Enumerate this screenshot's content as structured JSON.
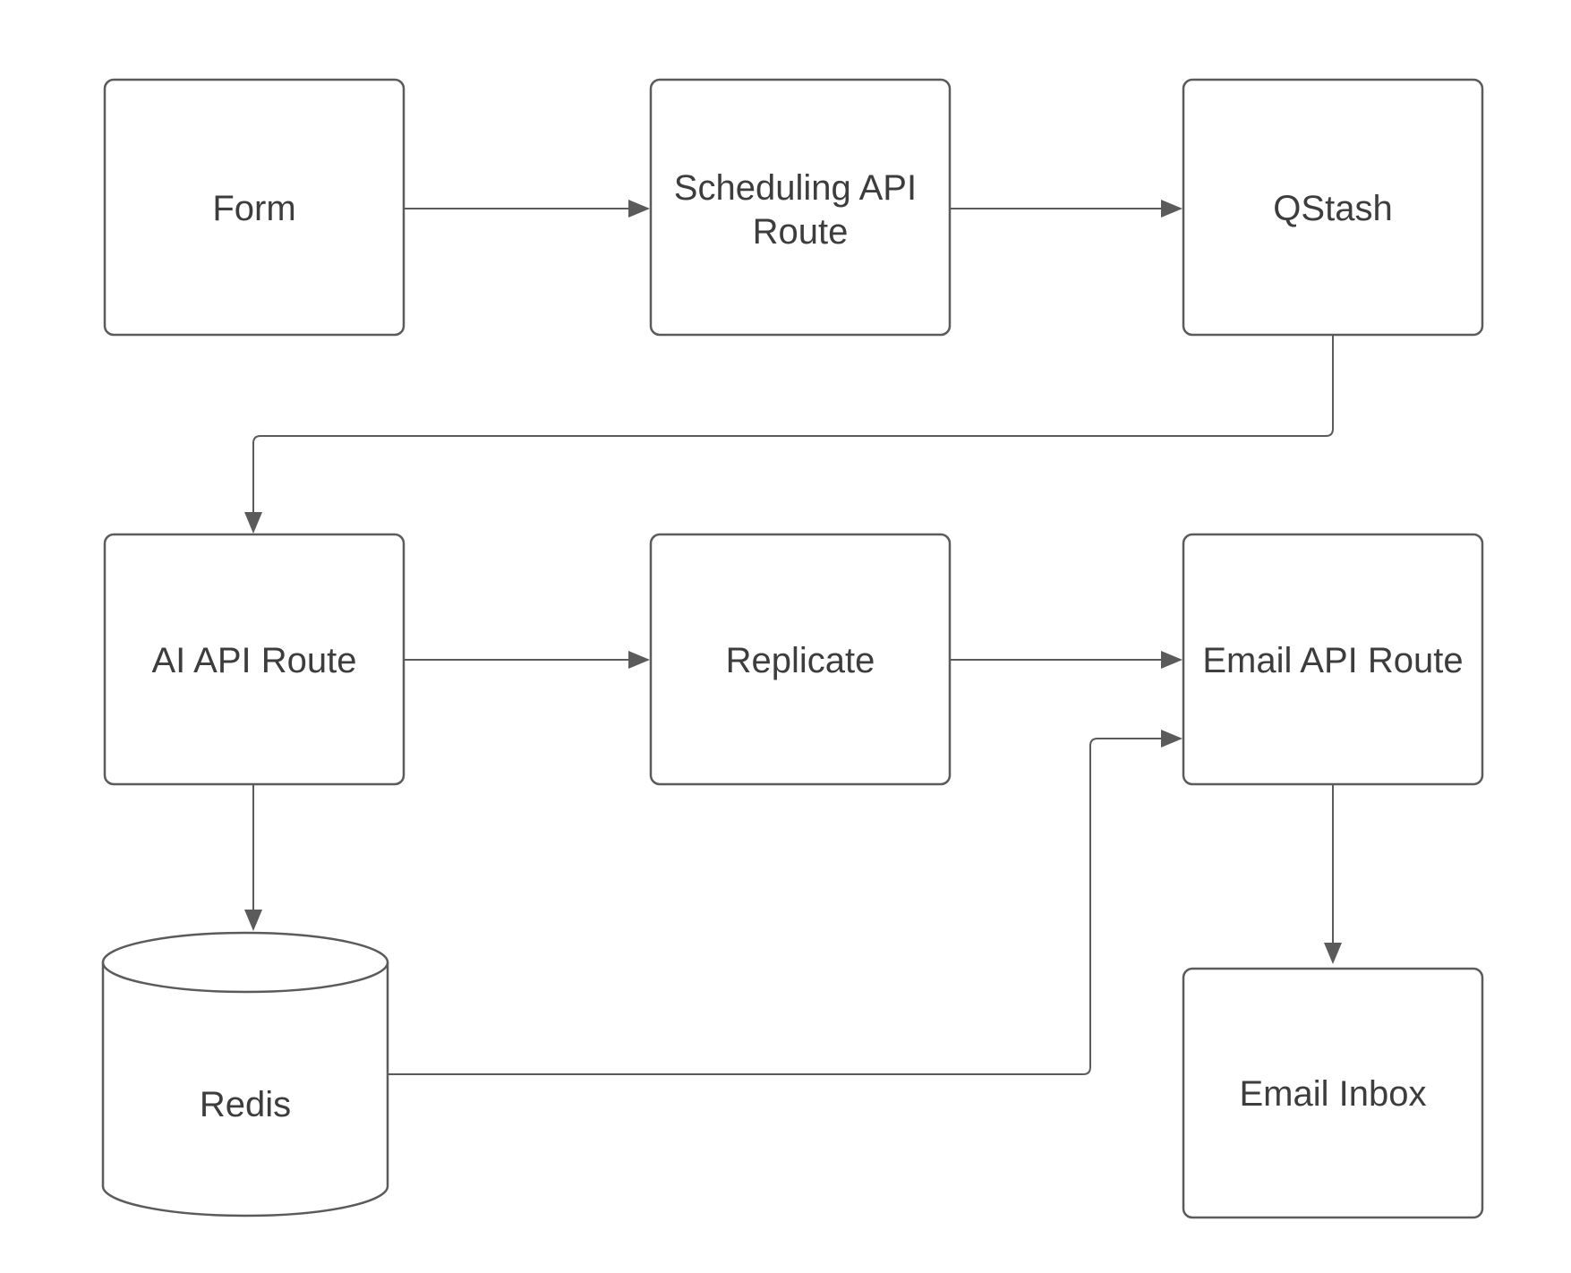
{
  "diagram": {
    "type": "flowchart",
    "colors": {
      "background": "#ffffff",
      "shape_fill": "#ffffff",
      "shape_stroke": "#5b5b5b",
      "connector": "#5b5b5b",
      "text": "#3d3d3d"
    },
    "nodes": {
      "form": {
        "label": "Form",
        "shape": "rectangle"
      },
      "scheduling_api_route": {
        "label": "Scheduling API Route",
        "lines": [
          "Scheduling API",
          "Route"
        ],
        "shape": "rectangle"
      },
      "qstash": {
        "label": "QStash",
        "shape": "rectangle"
      },
      "ai_api_route": {
        "label": "AI API Route",
        "shape": "rectangle"
      },
      "replicate": {
        "label": "Replicate",
        "shape": "rectangle"
      },
      "email_api_route": {
        "label": "Email API Route",
        "shape": "rectangle"
      },
      "redis": {
        "label": "Redis",
        "shape": "cylinder"
      },
      "email_inbox": {
        "label": "Email Inbox",
        "shape": "rectangle"
      }
    },
    "edges": [
      {
        "from": "Form",
        "to": "Scheduling API Route",
        "arrow": "end"
      },
      {
        "from": "Scheduling API Route",
        "to": "QStash",
        "arrow": "end"
      },
      {
        "from": "QStash",
        "to": "AI API Route",
        "arrow": "end"
      },
      {
        "from": "AI API Route",
        "to": "Replicate",
        "arrow": "end"
      },
      {
        "from": "Replicate",
        "to": "Email API Route",
        "arrow": "end"
      },
      {
        "from": "AI API Route",
        "to": "Redis",
        "arrow": "end"
      },
      {
        "from": "Redis",
        "to": "Email API Route",
        "arrow": "end"
      },
      {
        "from": "Email API Route",
        "to": "Email Inbox",
        "arrow": "end"
      }
    ]
  }
}
